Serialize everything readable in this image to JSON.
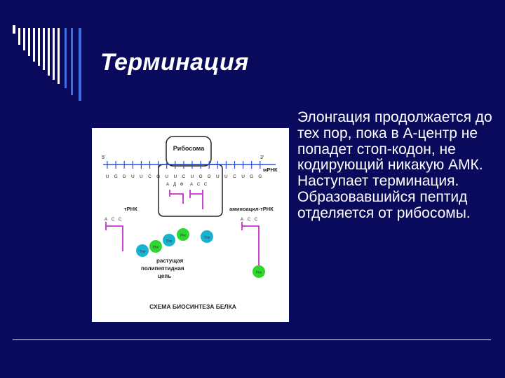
{
  "slide": {
    "title": "Терминация",
    "body_text": "Элонгация продолжается до тех пор, пока в А-центр не попадет стоп-кодон, не кодирующий никакую АМК. Наступает терминация. Образовавшийся пептид отделяется от рибосомы."
  },
  "figure": {
    "ribosome_label": "Рибосома",
    "five_prime": "5'",
    "three_prime": "3'",
    "mrna_label": "мРНК",
    "mrna_codons": [
      "U",
      "G",
      "G",
      "U",
      "U",
      "C",
      "G",
      "U",
      "U",
      "C",
      "U",
      "G",
      "G",
      "U",
      "U",
      "C",
      "U",
      "G",
      "G"
    ],
    "anticodons_left": [
      "А",
      "Д",
      "Ф"
    ],
    "anticodons_right": [
      "А",
      "С",
      "С"
    ],
    "trna_label": "тРНК",
    "aa_trna_label": "аминоацил-тРНК",
    "trna_left_end": [
      "А",
      "С",
      "С"
    ],
    "trna_right_end": [
      "А",
      "С",
      "С"
    ],
    "chain_label": "растущая полипептидная цепь",
    "chain_beads": [
      {
        "label": "Tир",
        "color": "#19b3d1"
      },
      {
        "label": "Phe",
        "color": "#2fd62f"
      },
      {
        "label": "Tир",
        "color": "#19b3d1"
      },
      {
        "label": "Phe",
        "color": "#2fd62f"
      },
      {
        "label": "Tир",
        "color": "#19b3d1"
      }
    ],
    "right_bead": {
      "label": "Phe",
      "color": "#2fd62f"
    },
    "caption": "СХЕМА БИОСИНТЕЗА БЕЛКА",
    "colors": {
      "trna": "#c72fd0",
      "line": "#2b4fd6",
      "bg": "#0a0a5c"
    }
  }
}
